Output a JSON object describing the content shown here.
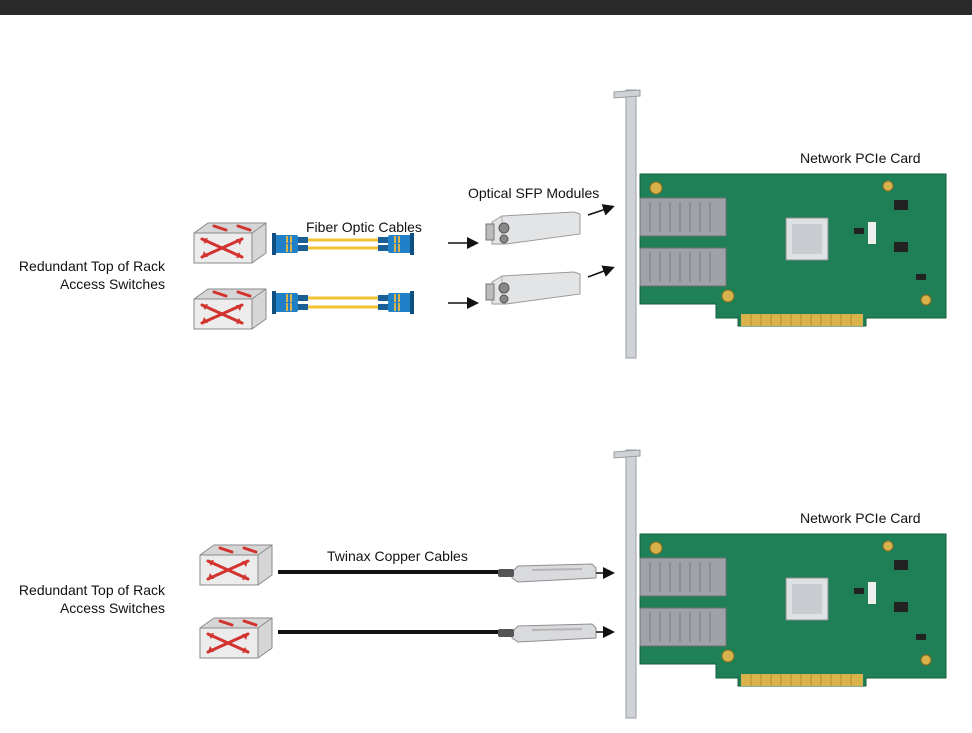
{
  "labels": {
    "panel_top": {
      "switches_line1": "Redundant Top  of  Rack",
      "switches_line2": "Access Switches",
      "cables": "Fiber Optic Cables",
      "modules": "Optical SFP Modules",
      "card": "Network PCIe Card"
    },
    "panel_bottom": {
      "switches_line1": "Redundant Top  of  Rack",
      "switches_line2": "Access Switches",
      "cables": "Twinax Copper Cables",
      "card": "Network PCIe Card"
    }
  },
  "colors": {
    "topbar": "#2a2a2a",
    "switch_face": "#e9e9e9",
    "switch_arrows": "#d2332e",
    "fiber_connector": "#1f7fc7",
    "fiber_cable": "#f2c230",
    "pcb": "#1f7f56",
    "gold_fingers": "#d8b24a",
    "bracket": "#cfd2d6",
    "copper_cable": "#111111"
  }
}
